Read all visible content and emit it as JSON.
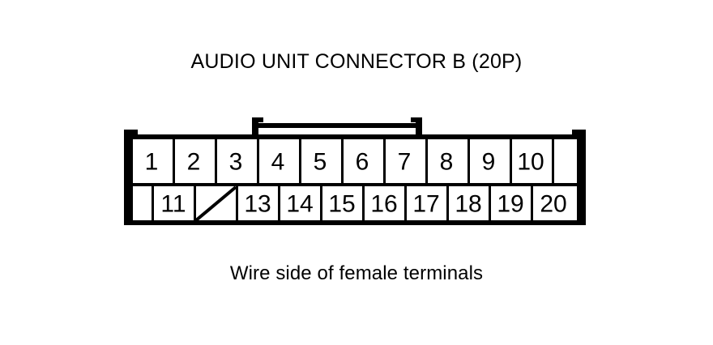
{
  "document": {
    "title": "AUDIO UNIT CONNECTOR B (20P)",
    "caption": "Wire side of female terminals",
    "diagram_type": "connector-pinout",
    "connector_name": "AUDIO UNIT CONNECTOR B",
    "pin_count": "20P",
    "view": "Wire side of female terminals"
  },
  "colors": {
    "background": "#ffffff",
    "line": "#000000",
    "text": "#000000"
  },
  "connector": {
    "rows": [
      {
        "row_id": "top-row",
        "cells": [
          {
            "label": "1",
            "type": "pin"
          },
          {
            "label": "2",
            "type": "pin"
          },
          {
            "label": "3",
            "type": "pin"
          },
          {
            "label": "4",
            "type": "pin"
          },
          {
            "label": "5",
            "type": "pin"
          },
          {
            "label": "6",
            "type": "pin"
          },
          {
            "label": "7",
            "type": "pin"
          },
          {
            "label": "8",
            "type": "pin"
          },
          {
            "label": "9",
            "type": "pin"
          },
          {
            "label": "10",
            "type": "pin"
          },
          {
            "label": "",
            "type": "blank-half"
          }
        ]
      },
      {
        "row_id": "bottom-row",
        "cells": [
          {
            "label": "",
            "type": "blank-half"
          },
          {
            "label": "11",
            "type": "pin"
          },
          {
            "label": "",
            "type": "unused-slashed"
          },
          {
            "label": "13",
            "type": "pin"
          },
          {
            "label": "14",
            "type": "pin"
          },
          {
            "label": "15",
            "type": "pin"
          },
          {
            "label": "16",
            "type": "pin"
          },
          {
            "label": "17",
            "type": "pin"
          },
          {
            "label": "18",
            "type": "pin"
          },
          {
            "label": "19",
            "type": "pin"
          },
          {
            "label": "20",
            "type": "pin"
          }
        ]
      }
    ],
    "features": {
      "latch": "retaining-latch-bridge",
      "left_notch": "keying-notch-left",
      "right_notch": "keying-notch-right",
      "unused_position": "12"
    }
  }
}
